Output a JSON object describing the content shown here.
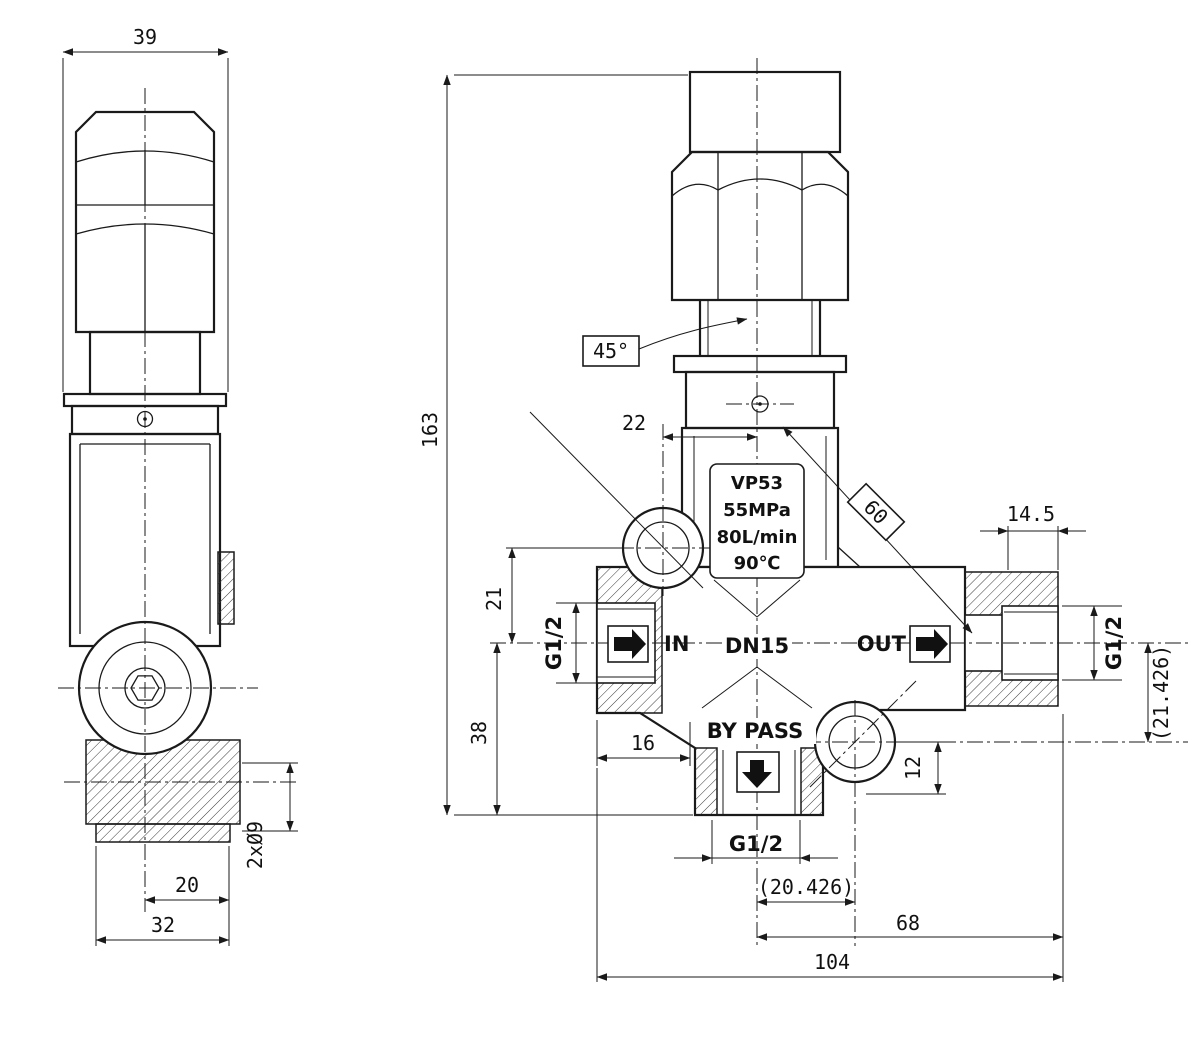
{
  "drawing": {
    "side_view": {
      "dim_top_width": "39",
      "dim_hole_offset": "20",
      "dim_base_width": "32",
      "holes_label": "2xØ9"
    },
    "front_view": {
      "dim_height": "163",
      "angle_label": "45°",
      "dim_center_offset": "22",
      "dim_diagonal": "60",
      "dim_port_depth": "14.5",
      "dim_in_to_boss": "21",
      "dim_in_to_base": "38",
      "dim_base_left": "16",
      "dim_bypass_drop": "12",
      "dim_out_ref": "(21.426)",
      "dim_bypass_ref": "(20.426)",
      "dim_center_to_right": "68",
      "dim_overall_width": "104",
      "spec": {
        "model": "VP53",
        "pressure": "55MPa",
        "flow": "80L/min",
        "temperature": "90℃"
      },
      "port_in_label": "IN",
      "port_out_label": "OUT",
      "port_bypass_label": "BY PASS",
      "nominal_bore": "DN15",
      "thread_left": "G1/2",
      "thread_right": "G1/2",
      "thread_bottom": "G1/2"
    }
  }
}
